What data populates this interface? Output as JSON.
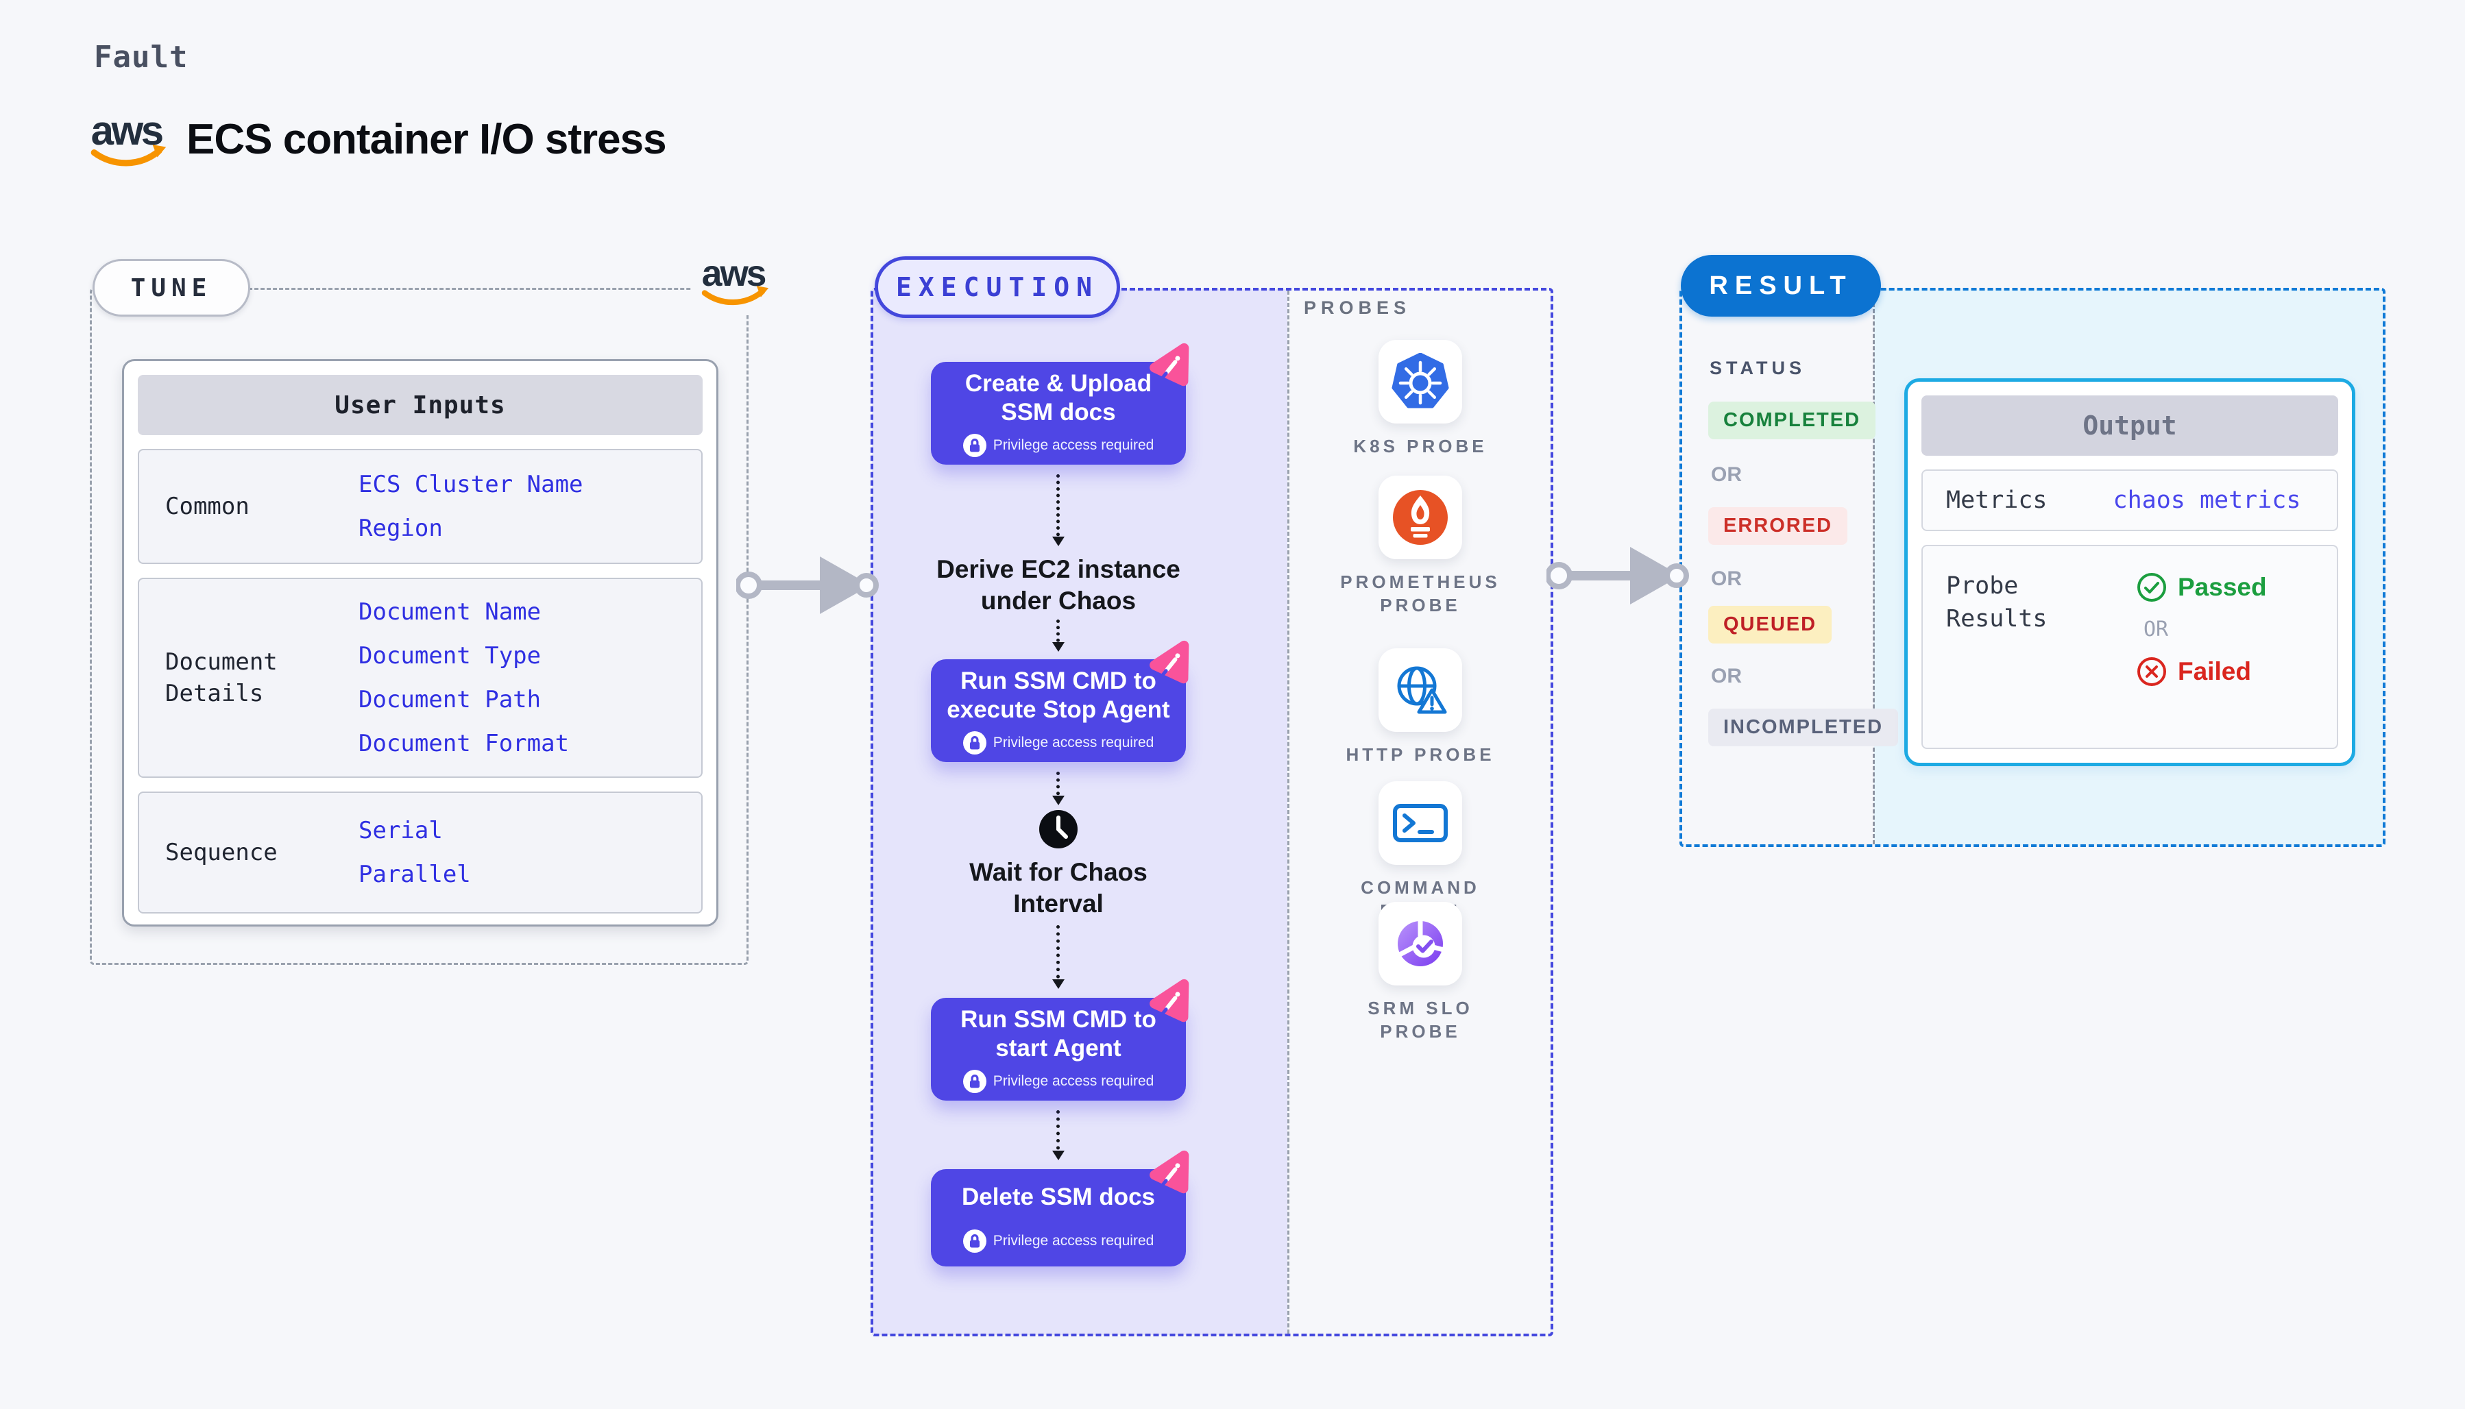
{
  "page": {
    "kicker": "Fault",
    "title": "ECS container I/O stress",
    "aws_logo_text": "aws"
  },
  "tune": {
    "pill": "TUNE",
    "card": {
      "header": "User Inputs",
      "rows": [
        {
          "label": "Common",
          "values": [
            "ECS Cluster Name",
            "Region"
          ]
        },
        {
          "label": "Document Details",
          "values": [
            "Document Name",
            "Document Type",
            "Document Path",
            "Document Format"
          ]
        },
        {
          "label": "Sequence",
          "values": [
            "Serial",
            "Parallel"
          ]
        }
      ]
    }
  },
  "execution": {
    "pill": "EXECUTION",
    "steps": {
      "step1": {
        "title": "Create & Upload SSM docs",
        "badge": "Privilege access required"
      },
      "derive": "Derive EC2 instance under Chaos",
      "step2": {
        "title": "Run SSM CMD to execute Stop Agent",
        "badge": "Privilege access required"
      },
      "wait": "Wait for Chaos Interval",
      "step3": {
        "title": "Run SSM CMD to start Agent",
        "badge": "Privilege access required"
      },
      "step4": {
        "title": "Delete SSM docs",
        "badge": "Privilege access required"
      }
    },
    "probes": {
      "label": "PROBES",
      "items": [
        {
          "name": "K8S PROBE",
          "icon": "kubernetes-icon"
        },
        {
          "name": "PROMETHEUS PROBE",
          "icon": "prometheus-icon"
        },
        {
          "name": "HTTP PROBE",
          "icon": "globe-warning-icon"
        },
        {
          "name": "COMMAND PROBE",
          "icon": "terminal-icon"
        },
        {
          "name": "SRM SLO PROBE",
          "icon": "slo-gauge-icon"
        }
      ]
    }
  },
  "result": {
    "pill": "RESULT",
    "status_label": "STATUS",
    "or_label": "OR",
    "statuses": [
      {
        "label": "COMPLETED",
        "fg": "#17813c",
        "bg": "#dcf2df"
      },
      {
        "label": "ERRORED",
        "fg": "#cc2f28",
        "bg": "#fbe9e9"
      },
      {
        "label": "QUEUED",
        "fg": "#bf2026",
        "bg": "#fcefc0"
      },
      {
        "label": "INCOMPLETED",
        "fg": "#59627a",
        "bg": "#e9eaf1"
      }
    ],
    "output": {
      "header": "Output",
      "metrics_label": "Metrics",
      "metrics_value": "chaos metrics",
      "probe_results_label": "Probe Results",
      "passed": "Passed",
      "failed": "Failed"
    }
  },
  "colors": {
    "step_indigo": "#4f46e5",
    "execution_accent": "#4347dc",
    "result_blue": "#0c73d1",
    "output_border_cyan": "#1daae3",
    "link_blue": "#2f2fe2",
    "metrics_link_blue": "#4946ec",
    "passed_green": "#1b9e3f",
    "failed_red": "#da261f",
    "aws_orange": "#f79400",
    "pink_icon": "#f9539a",
    "kubernetes_blue": "#326ce5",
    "prometheus_orange": "#e75225",
    "probe_icon_blue": "#1377d4",
    "srm_purple": "#7a3bef"
  }
}
